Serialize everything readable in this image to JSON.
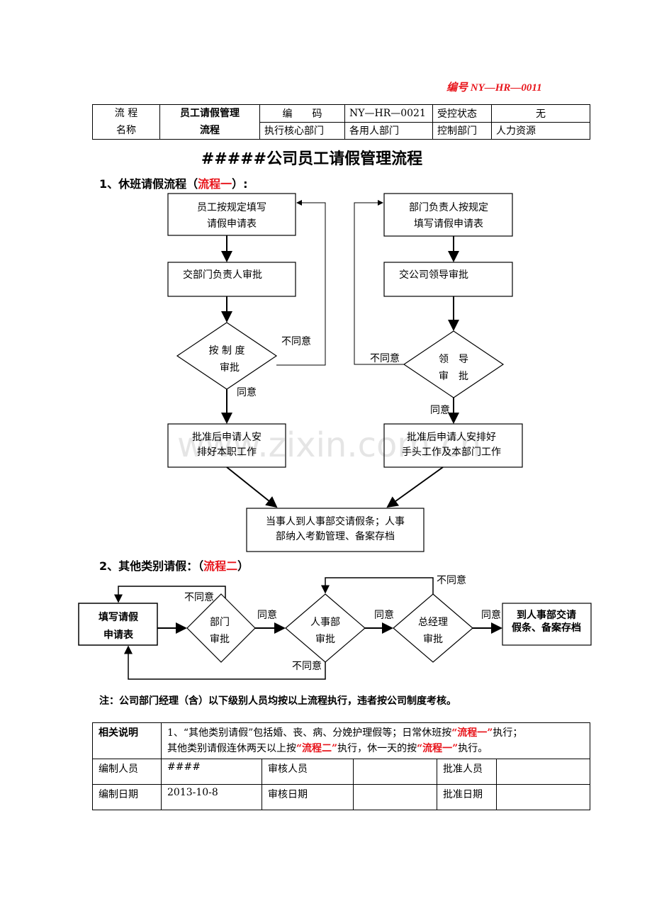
{
  "doc_code": "编号 NY—HR—0011",
  "header_table": {
    "name_label_1": "流 程",
    "name_label_2": "名称",
    "name_value_1": "员工请假管理",
    "name_value_2": "流程",
    "code_label": "编　　码",
    "code_value": "NY—HR—0021",
    "control_label": "受控状态",
    "control_value": "无",
    "exec_label": "执行核心部门",
    "exec_value": "各用人部门",
    "ctrl_dept_label": "控制部门",
    "ctrl_dept_value": "人力资源"
  },
  "title": "#####公司员工请假管理流程",
  "section1": {
    "heading": "1、休班请假流程（",
    "heading_red": "流程一",
    "heading_end": "）:",
    "left": {
      "box1_a": "员工按规定填写",
      "box1_b": "请假申请表",
      "box2": "交部门负责人审批",
      "diamond_a": "按 制 度",
      "diamond_b": "审批",
      "disagree": "不同意",
      "agree": "同意",
      "box3_a": "批准后申请人安",
      "box3_b": "排好本职工作"
    },
    "right": {
      "box1_a": "部门负责人按规定",
      "box1_b": "填写请假申请表",
      "box2": "交公司领导审批",
      "diamond_a": "领　导",
      "diamond_b": "审　批",
      "disagree": "不同意",
      "agree": "同意",
      "box3_a": "批准后申请人安排好",
      "box3_b": "手头工作及本部门工作"
    },
    "final_a": "当事人到人事部交请假条；人事",
    "final_b": "部纳入考勤管理、备案存档"
  },
  "section2": {
    "heading": "2、其他类别请假：（",
    "heading_red": "流程二",
    "heading_end": "）",
    "start_a": "填写请假",
    "start_b": "申请表",
    "d1_a": "部门",
    "d1_b": "审批",
    "d2_a": "人事部",
    "d2_b": "审批",
    "d3_a": "总经理",
    "d3_b": "审批",
    "end_a": "到人事部交请",
    "end_b": "假条、备案存档",
    "agree": "同意",
    "disagree": "不同意"
  },
  "note": "注：公司部门经理（含）以下级别人员均按以上流程执行，违者按公司制度考核。",
  "footer_table": {
    "desc_label": "相关说明",
    "desc_1a": "1、“其他类别请假”包括婚、丧、病、分娩护理假等；日常休班按",
    "desc_1b": "“流程一”",
    "desc_1c": "执行；",
    "desc_2a": "其他类别请假连休两天以上按",
    "desc_2b": "“流程二”",
    "desc_2c": "执行，休一天的按",
    "desc_2d": "“流程一”",
    "desc_2e": "执行。",
    "editor_label": "编制人员",
    "editor_value": "####",
    "reviewer_label": "审核人员",
    "approver_label": "批准人员",
    "edit_date_label": "编制日期",
    "edit_date_value": "2013-10-8",
    "review_date_label": "审核日期",
    "approve_date_label": "批准日期"
  },
  "watermark": "www.zixin.com.cn"
}
